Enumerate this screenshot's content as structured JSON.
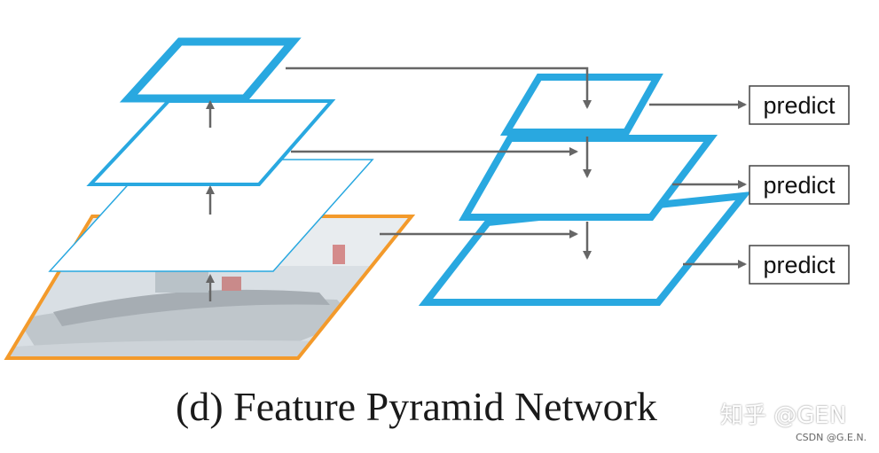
{
  "caption": "(d) Feature Pyramid Network",
  "outputs": [
    {
      "label": "predict"
    },
    {
      "label": "predict"
    },
    {
      "label": "predict"
    }
  ],
  "watermark": {
    "main": "知乎 @GEN",
    "sub": "CSDN @G.E.N."
  },
  "colors": {
    "feature_map": "#29a8e0",
    "input_image_border": "#f39a2b",
    "arrow": "#666666"
  },
  "icons": {
    "input_image": "photo-of-boat"
  }
}
